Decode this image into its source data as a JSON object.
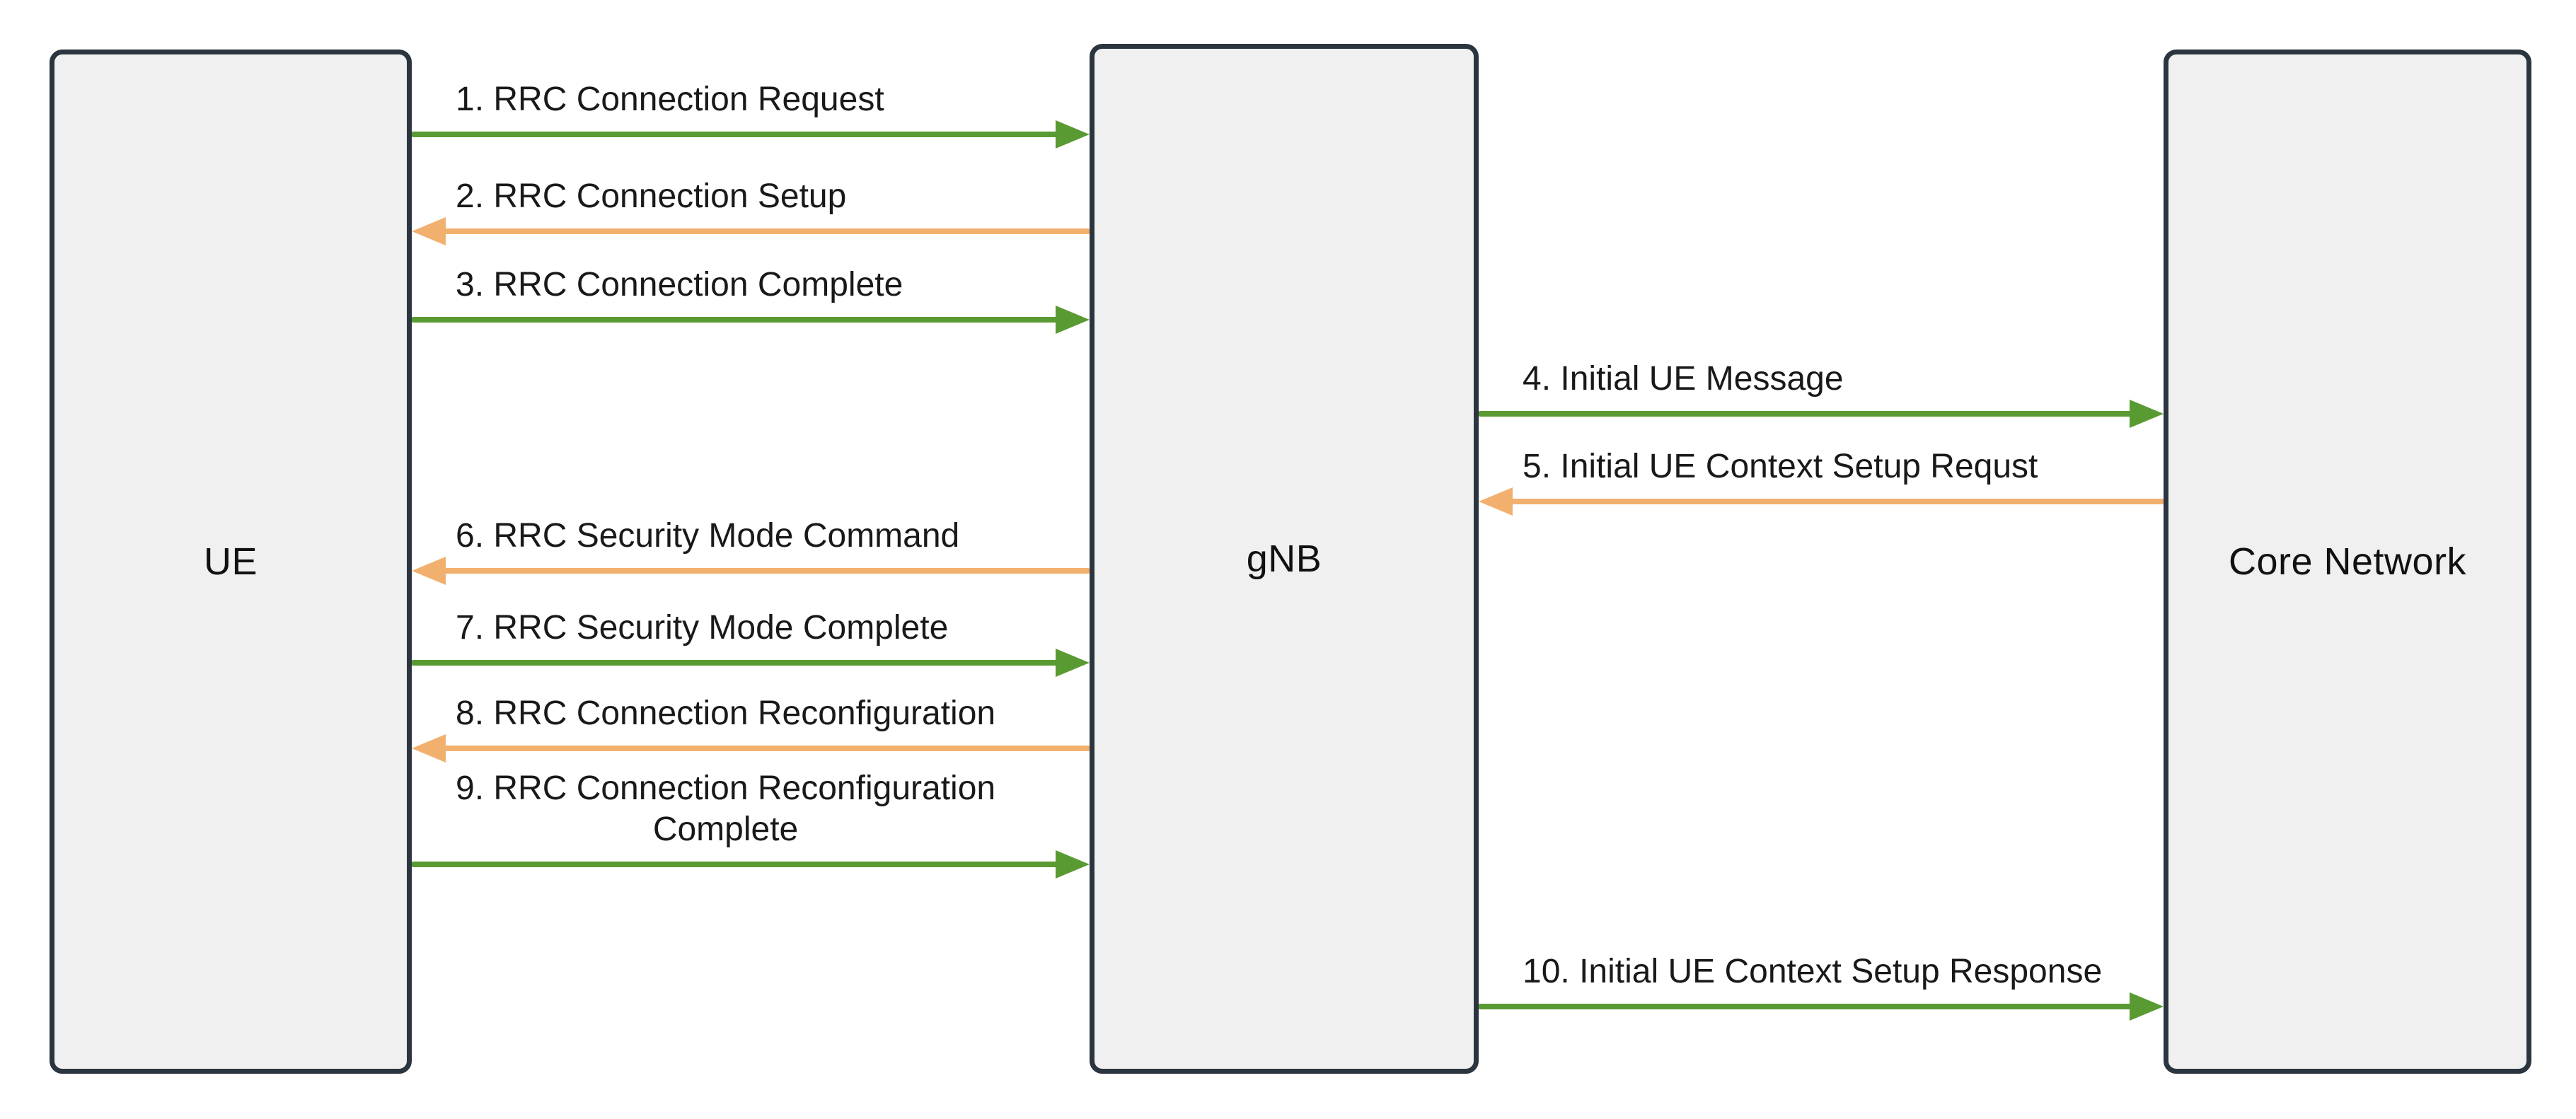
{
  "diagram": {
    "entities": [
      {
        "id": "ue",
        "label": "UE"
      },
      {
        "id": "gnb",
        "label": "gNB"
      },
      {
        "id": "core",
        "label": "Core Network"
      }
    ],
    "messages": [
      {
        "lines": [
          "1. RRC Connection Request"
        ],
        "from": "ue",
        "to": "gnb",
        "direction": "right"
      },
      {
        "lines": [
          "2. RRC Connection Setup"
        ],
        "from": "gnb",
        "to": "ue",
        "direction": "left"
      },
      {
        "lines": [
          "3. RRC Connection Complete"
        ],
        "from": "ue",
        "to": "gnb",
        "direction": "right"
      },
      {
        "lines": [
          "4. Initial UE Message"
        ],
        "from": "gnb",
        "to": "core",
        "direction": "right"
      },
      {
        "lines": [
          "5. Initial UE Context Setup Requst"
        ],
        "from": "core",
        "to": "gnb",
        "direction": "left"
      },
      {
        "lines": [
          "6. RRC Security Mode Command"
        ],
        "from": "gnb",
        "to": "ue",
        "direction": "left"
      },
      {
        "lines": [
          "7. RRC Security Mode Complete"
        ],
        "from": "ue",
        "to": "gnb",
        "direction": "right"
      },
      {
        "lines": [
          "8. RRC Connection Reconfiguration"
        ],
        "from": "gnb",
        "to": "ue",
        "direction": "left"
      },
      {
        "lines": [
          "9. RRC Connection Reconfiguration",
          "Complete"
        ],
        "from": "ue",
        "to": "gnb",
        "direction": "right"
      },
      {
        "lines": [
          "10. Initial UE Context Setup Response"
        ],
        "from": "gnb",
        "to": "core",
        "direction": "right"
      }
    ],
    "colors": {
      "forward_arrow": "#5a9a32",
      "backward_arrow": "#f2b06e",
      "box_fill": "#f0f0f0",
      "box_border": "#2b3540",
      "text": "#191919"
    }
  }
}
